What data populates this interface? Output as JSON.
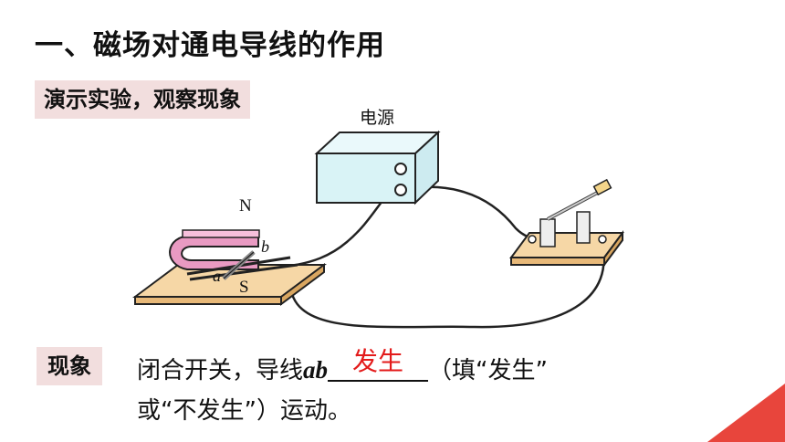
{
  "title": "一、磁场对通电导线的作用",
  "demo_tag": "演示实验，观察现象",
  "power_label": "电源",
  "magnet": {
    "north": "N",
    "south": "S"
  },
  "wire": {
    "a": "a",
    "b": "b"
  },
  "observation": {
    "tag": "现象",
    "prefix": "闭合开关，导线",
    "wire_name": "ab",
    "answer": "发生",
    "suffix_line1": "（填“发生”",
    "line2": "或“不发生”）运动。"
  },
  "colors": {
    "tag_bg": "#f2dede",
    "answer": "#e31b1b",
    "corner": "#e8453c",
    "power_box": "#d9f3f6"
  }
}
